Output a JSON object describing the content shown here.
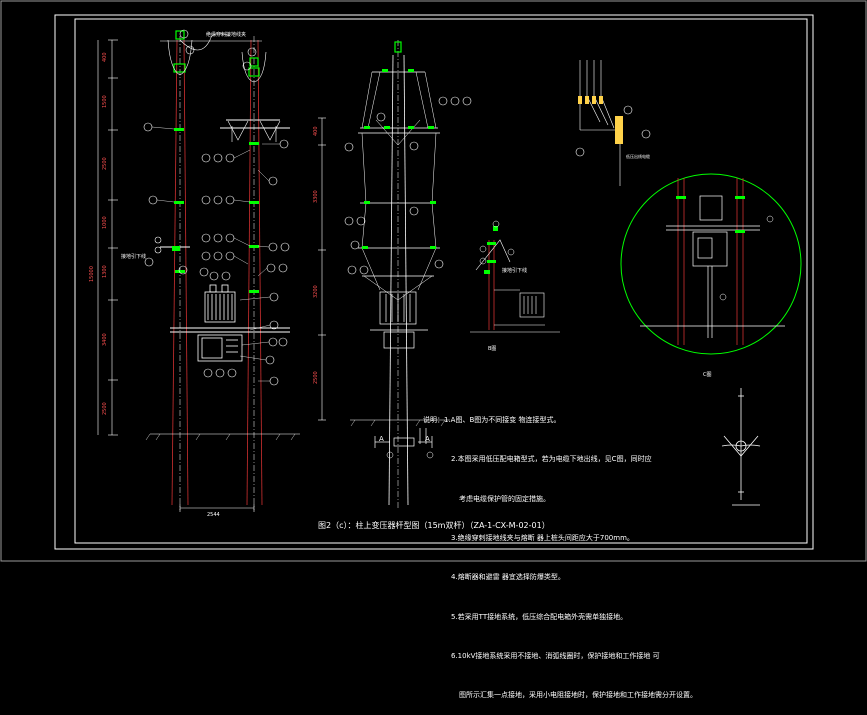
{
  "window": {
    "background": "#000000",
    "panel_border": "#9a9a9a",
    "drawing_border": "#ffffff"
  },
  "colors": {
    "line": "#ffffff",
    "pole": "#d03030",
    "accent": "#00ff00",
    "dimension": "#ff5050",
    "detail_circle": "#00ff00"
  },
  "notes": [
    "说明：1.A图、B图为不同接变 物连接型式。",
    "2.本图采用低压配电箱型式，若为电缆下地出线，见C图，同时应",
    "考虑电缆保护管的固定措施。",
    "3.绝缘穿刺接地线夹与熔断 器上桩头间距应大于700mm。",
    "4.熔断器和避雷 器宜选择防爆类型。",
    "5.若采用TT接地系统，低压综合配电箱外壳需单独接地。",
    "6.10kV接地系统采用不接地、消弧线圈时，保护接地和工作接地 可",
    "图所示汇集一点接地，采用小电阻接地时，保护接地和工作接地需分开设置。"
  ],
  "title": "图2（c）：柱上变压器杆型图（15m双杆）（ZA-1-CX-M-02-01）",
  "labels": {
    "fig_b": "B图",
    "fig_c": "C图",
    "section_a_left": "A",
    "section_a_right": "A",
    "bottom_dimension": "2544",
    "leader_left": "接地引下线",
    "leader_right": "接地引下线",
    "leader_top": "绝缘穿刺接地线夹",
    "leader_box": "低压出线电缆"
  },
  "dimensions_left": [
    "400",
    "1500",
    "2500",
    "15000",
    "1000",
    "1300",
    "3400",
    "2500"
  ],
  "dimensions_mid": [
    "400",
    "3300",
    "3200",
    "2500"
  ]
}
